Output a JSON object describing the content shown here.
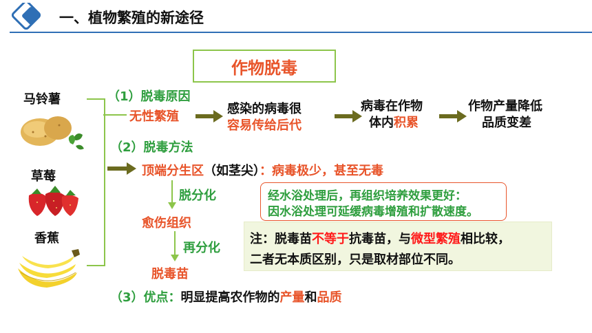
{
  "header": {
    "title": "一、植物繁殖的新途径",
    "accent_color": "#2f6fb5",
    "icon": "diamond-icon"
  },
  "main_title": "作物脱毒",
  "plants": [
    {
      "label": "马铃薯",
      "image": "potato-image"
    },
    {
      "label": "草莓",
      "image": "strawberry-image"
    },
    {
      "label": "香蕉",
      "image": "banana-image"
    }
  ],
  "reason": {
    "heading": "（1）脱毒原因",
    "cause": "无性繁殖",
    "step1_line1": "感染的病毒很",
    "step1_line2": "容易传给后代",
    "step2_line1": "病毒在作物",
    "step2_line2_a": "体内",
    "step2_line2_b": "积累",
    "step3_line1": "作物产量降低",
    "step3_line2": "品质变差"
  },
  "method": {
    "heading": "（2）脱毒方法",
    "source_a": "顶端分生区",
    "source_b": "（如茎尖）",
    "source_c": "：病毒极少，甚至无毒",
    "dediff": "脱分化",
    "callus": "愈伤组织",
    "rediff": "再分化",
    "result": "脱毒苗"
  },
  "tip": {
    "line1": "经水浴处理后，再组织培养效果更好：",
    "line2": "因水浴处理可延缓病毒增殖和扩散速度。"
  },
  "note": {
    "p1": "注：脱毒苗",
    "p2": "不等于",
    "p3": "抗毒苗，与",
    "p4": "微型繁殖",
    "p5": "相比较，",
    "line2": "二者无本质区别，只是取材部位不同。"
  },
  "advantage": {
    "heading": "（3）优点：",
    "text_a": "明显提高农作物的",
    "text_b": "产量",
    "text_c": "和",
    "text_d": "品质"
  },
  "colors": {
    "green": "#2e9e3e",
    "orange": "#e8542a",
    "red": "#ff1a1a",
    "olive_arrow": "#6b6b1f",
    "bracket": "#8cc54a"
  }
}
